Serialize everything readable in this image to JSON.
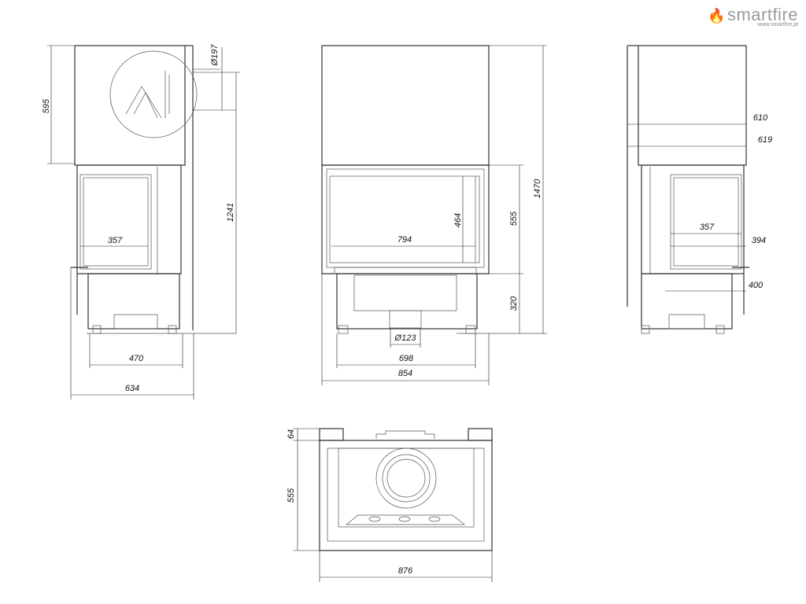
{
  "brand": {
    "name": "smartfire",
    "website": "www.smartfire.pt",
    "color": "#e39a3a"
  },
  "side_view_left": {
    "dims": {
      "hood_height": "595",
      "outlet_diameter": "Ø197",
      "total_height": "1241",
      "window_width": "357",
      "feet_depth": "470",
      "total_depth": "634"
    }
  },
  "front_view": {
    "dims": {
      "glass_width": "794",
      "glass_height": "464",
      "opening_height": "555",
      "total_height": "1470",
      "base_height": "320",
      "air_inlet": "Ø123",
      "feet_width": "698",
      "total_width": "854"
    }
  },
  "side_view_right": {
    "dims": {
      "dim_610": "610",
      "dim_619": "619",
      "window_width": "357",
      "dim_394": "394",
      "dim_400": "400"
    }
  },
  "top_view": {
    "dims": {
      "top_depth": "64",
      "depth": "555",
      "width": "876"
    }
  }
}
